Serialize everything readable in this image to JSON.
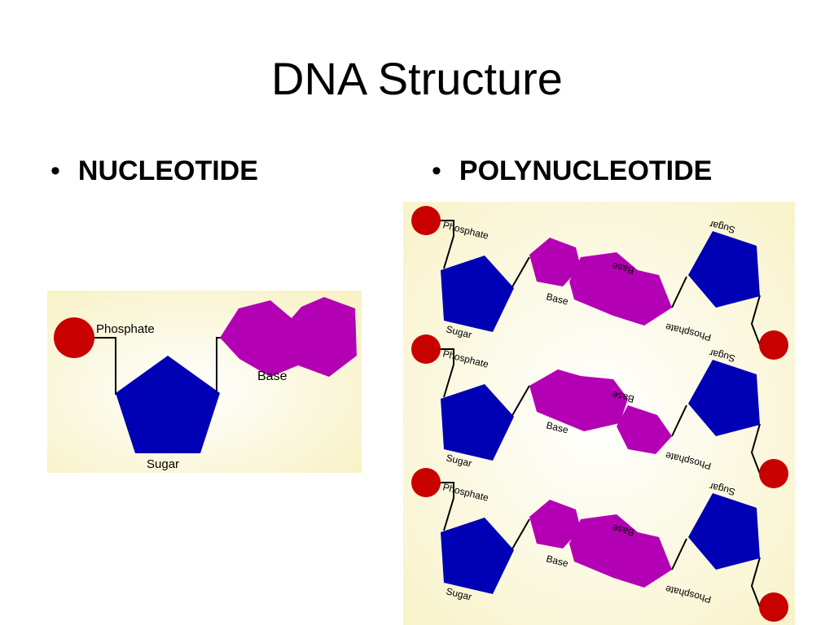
{
  "slide": {
    "title": "DNA Structure",
    "bullet_char": "•",
    "bullets": [
      {
        "label": "NUCLEOTIDE"
      },
      {
        "label": "POLYNUCLEOTIDE"
      }
    ]
  },
  "nucleotide": {
    "phosphate_label": "Phosphate",
    "sugar_label": "Sugar",
    "base_label": "Base"
  },
  "polynucleotide": {
    "rows": [
      {
        "left_phosphate": "Phosphate",
        "left_sugar": "Sugar",
        "left_base": "Base",
        "right_base": "Base",
        "right_sugar": "Sugar",
        "right_phosphate": "Phosphate"
      },
      {
        "left_phosphate": "Phosphate",
        "left_sugar": "Sugar",
        "left_base": "Base",
        "right_base": "Base",
        "right_sugar": "Sugar",
        "right_phosphate": "Phosphate"
      },
      {
        "left_phosphate": "Phosphate",
        "left_sugar": "Sugar",
        "left_base": "Base",
        "right_base": "Base",
        "right_sugar": "Sugar",
        "right_phosphate": "Phosphate"
      }
    ]
  },
  "colors": {
    "phosphate": "#c80000",
    "sugar": "#0000b4",
    "base": "#b400b4",
    "panel_background": "#fbf7d2"
  }
}
